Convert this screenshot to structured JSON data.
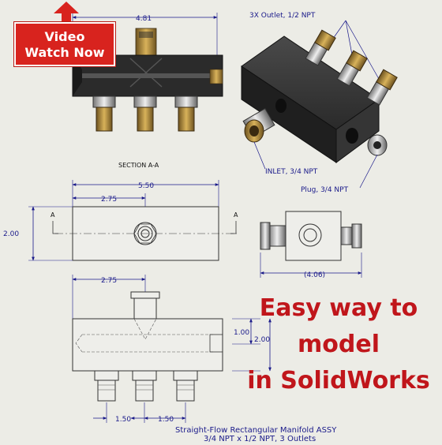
{
  "badge": {
    "line1": "Video",
    "line2": "Watch Now"
  },
  "promo": {
    "line1": "Easy way to",
    "line2": "model",
    "line3": "in SolidWorks"
  },
  "drawing": {
    "dim_top_width": "4.81",
    "outlet_callout": "3X Outlet, 1/2 NPT",
    "inlet_callout": "INLET, 3/4 NPT",
    "plug_callout": "Plug, 3/4 NPT",
    "section_label": "SECTION A-A",
    "dim_overall_length": "5.50",
    "dim_inlet_pos": "2.75",
    "dim_height": "2.00",
    "section_mark": "A",
    "dim_side_width": "(4.06)",
    "dim_lower_pos": "2.75",
    "dim_port_height": "1.00",
    "dim_lower_height": "2.00",
    "dim_spacing_1": "1.50",
    "dim_spacing_2": "1.50",
    "title_line1": "Straight-Flow Rectangular Manifold ASSY",
    "title_line2": "3/4 NPT x 1/2 NPT, 3 Outlets"
  },
  "colors": {
    "accent_red": "#d8231e",
    "promo_red": "#c0161b",
    "dimension_blue": "#1a1a8a",
    "brass": "#b8903a",
    "body_dark": "#2b2b2b"
  }
}
